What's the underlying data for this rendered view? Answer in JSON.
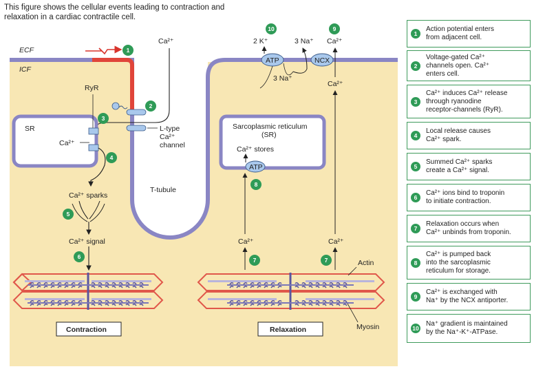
{
  "caption": "This figure shows the cellular events leading to contraction and relaxation in a cardiac contractile cell.",
  "labels": {
    "ecf": "ECF",
    "icf": "ICF",
    "ca_top": "Ca²⁺",
    "ryr": "RyR",
    "sr": "SR",
    "ca_sr": "Ca²⁺",
    "ltype_1": "L-type",
    "ltype_2": "Ca²⁺",
    "ltype_3": "channel",
    "sparks": "Ca²⁺ sparks",
    "signal": "Ca²⁺ signal",
    "ttubule": "T-tubule",
    "k2": "2 K⁺",
    "na3_out": "3 Na⁺",
    "ca_out": "Ca²⁺",
    "atp_pump": "ATP",
    "ncx": "NCX",
    "na3_in": "3 Na⁺",
    "ca_in": "Ca²⁺",
    "sr_title_1": "Sarcoplasmic reticulum",
    "sr_title_2": "(SR)",
    "ca_stores": "Ca²⁺ stores",
    "atp_sr": "ATP",
    "ca_relax_left": "Ca²⁺",
    "ca_relax_right": "Ca²⁺",
    "actin": "Actin",
    "myosin": "Myosin",
    "contraction": "Contraction",
    "relaxation": "Relaxation"
  },
  "badges": [
    "1",
    "2",
    "3",
    "4",
    "5",
    "6",
    "7",
    "7",
    "8",
    "9",
    "10"
  ],
  "steps": [
    {
      "num": "1",
      "lines": [
        "Action potential enters",
        "from adjacent cell."
      ]
    },
    {
      "num": "2",
      "lines": [
        "Voltage-gated Ca²⁺",
        "channels open. Ca²⁺",
        "enters cell."
      ]
    },
    {
      "num": "3",
      "lines": [
        "Ca²⁺ induces Ca²⁺ release",
        "through ryanodine",
        "receptor-channels (RyR)."
      ]
    },
    {
      "num": "4",
      "lines": [
        "Local release causes",
        "Ca²⁺ spark."
      ]
    },
    {
      "num": "5",
      "lines": [
        "Summed Ca²⁺ sparks",
        "create a Ca²⁺ signal."
      ]
    },
    {
      "num": "6",
      "lines": [
        "Ca²⁺ ions bind to troponin",
        "to initiate contraction."
      ]
    },
    {
      "num": "7",
      "lines": [
        "Relaxation occurs when",
        "Ca²⁺ unbinds from troponin."
      ]
    },
    {
      "num": "8",
      "lines": [
        "Ca²⁺ is pumped back",
        "into the sarcoplasmic",
        "reticulum for storage."
      ]
    },
    {
      "num": "9",
      "lines": [
        "Ca²⁺ is exchanged with",
        "Na⁺ by the NCX antiporter."
      ]
    },
    {
      "num": "10",
      "lines": [
        "Na⁺ gradient is maintained",
        "by the Na⁺-K⁺-ATPase."
      ]
    }
  ],
  "colors": {
    "cytoplasm": "#f8e7b4",
    "membrane": "#8a86c4",
    "sarcomere": "#e0574a",
    "badge": "#2f9b57",
    "pump": "#a9c8ec"
  }
}
